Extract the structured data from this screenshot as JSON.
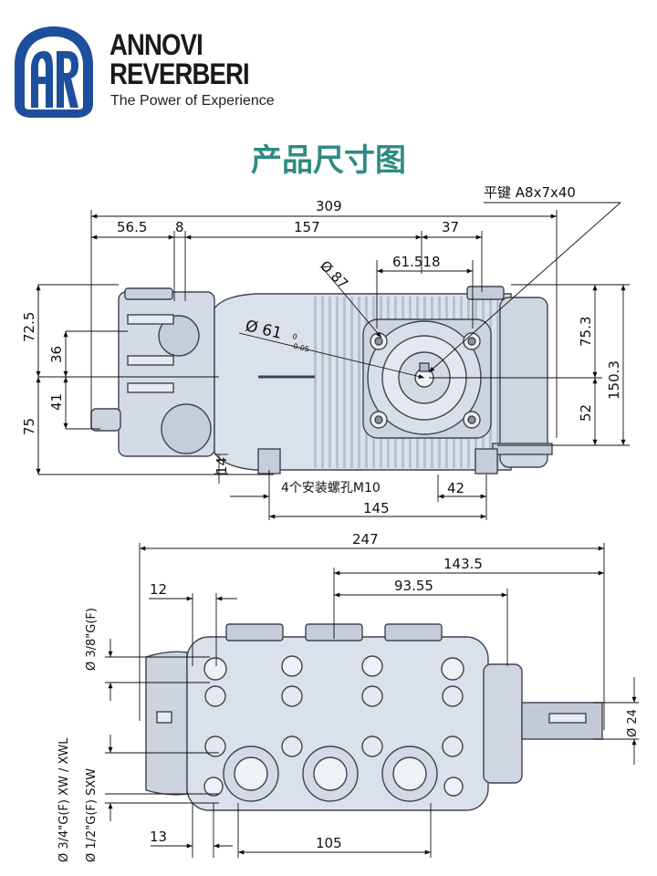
{
  "brand": {
    "line1": "ANNOVI",
    "line2": "REVERBERI",
    "tagline": "The Power of Experience",
    "logo_letters": "AR",
    "color": "#1d4f9c"
  },
  "title": "产品尺寸图",
  "colors": {
    "title": "#2e8b82",
    "pump_fill": "#dbe1ea",
    "pump_stroke": "#3d4454",
    "dimension": "#111111"
  },
  "side_view": {
    "key_label": "平键 A8x7x40",
    "overall": "309",
    "d_56_5": "56.5",
    "d_8": "8",
    "d_157": "157",
    "d_37": "37",
    "dia_87": "Ø 87",
    "d_61_518": "61.518",
    "dia_61_main": "Ø 61",
    "dia_61_tol_hi": "0",
    "dia_61_tol_lo": "-0.05",
    "left_72_5": "72.5",
    "left_36": "36",
    "left_41": "41",
    "left_75": "75",
    "right_75_3": "75.3",
    "right_150_3": "150.3",
    "right_52": "52",
    "d_14": "14",
    "mount_holes": "4个安装螺孔M10",
    "d_42": "42",
    "d_145": "145"
  },
  "top_view": {
    "overall": "247",
    "d_143_5": "143.5",
    "d_93_55": "93.55",
    "d_12": "12",
    "port_3_8": "Ø 3/8\"G(F)",
    "port_3_4": "Ø 3/4\"G(F) XW / XWL",
    "port_1_2": "Ø 1/2\"G(F) SXW",
    "dia_24": "Ø 24",
    "d_13": "13",
    "d_105": "105"
  }
}
